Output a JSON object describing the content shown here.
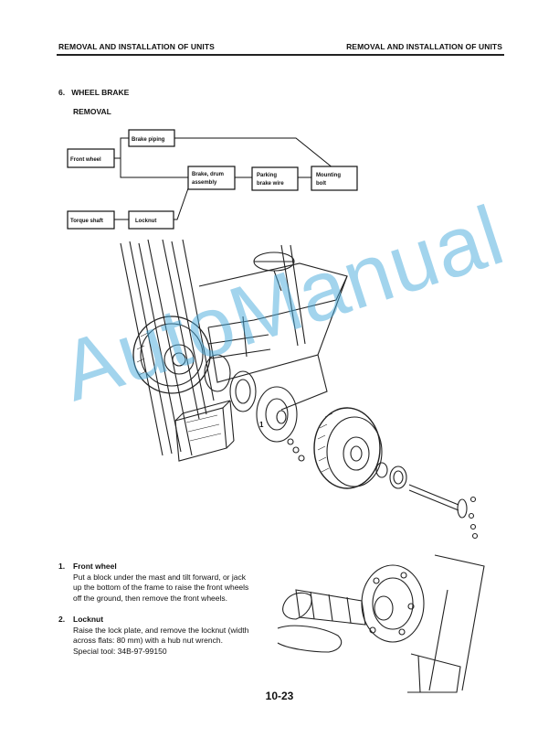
{
  "header": {
    "left": "REMOVAL AND INSTALLATION OF UNITS",
    "right": "REMOVAL AND INSTALLATION OF UNITS"
  },
  "section": {
    "number": "6.",
    "title": "WHEEL BRAKE",
    "subtitle": "REMOVAL"
  },
  "flowchart": {
    "boxes": {
      "front_wheel": "Front wheel",
      "brake_piping": "Brake piping",
      "brake_drum_1": "Brake, drum",
      "brake_drum_2": "assembly",
      "parking_1": "Parking",
      "parking_2": "brake wire",
      "mounting_1": "Mounting",
      "mounting_2": "bolt",
      "torque_shaft": "Torque shaft",
      "locknut": "Locknut"
    }
  },
  "illustration": {
    "callout": "1"
  },
  "watermark": "AutoManual",
  "steps": [
    {
      "num": "1.",
      "title": "Front wheel",
      "lines": [
        "Put a block under the mast and tilt forward, or jack",
        "up the bottom of the frame to raise the front wheels",
        "off the ground, then remove the front wheels."
      ]
    },
    {
      "num": "2.",
      "title": "Locknut",
      "lines": [
        "Raise the lock plate, and remove the locknut (width",
        "across flats: 80 mm) with a hub nut wrench.",
        "Special tool: 34B-97-99150"
      ]
    }
  ],
  "page_number": "10-23"
}
